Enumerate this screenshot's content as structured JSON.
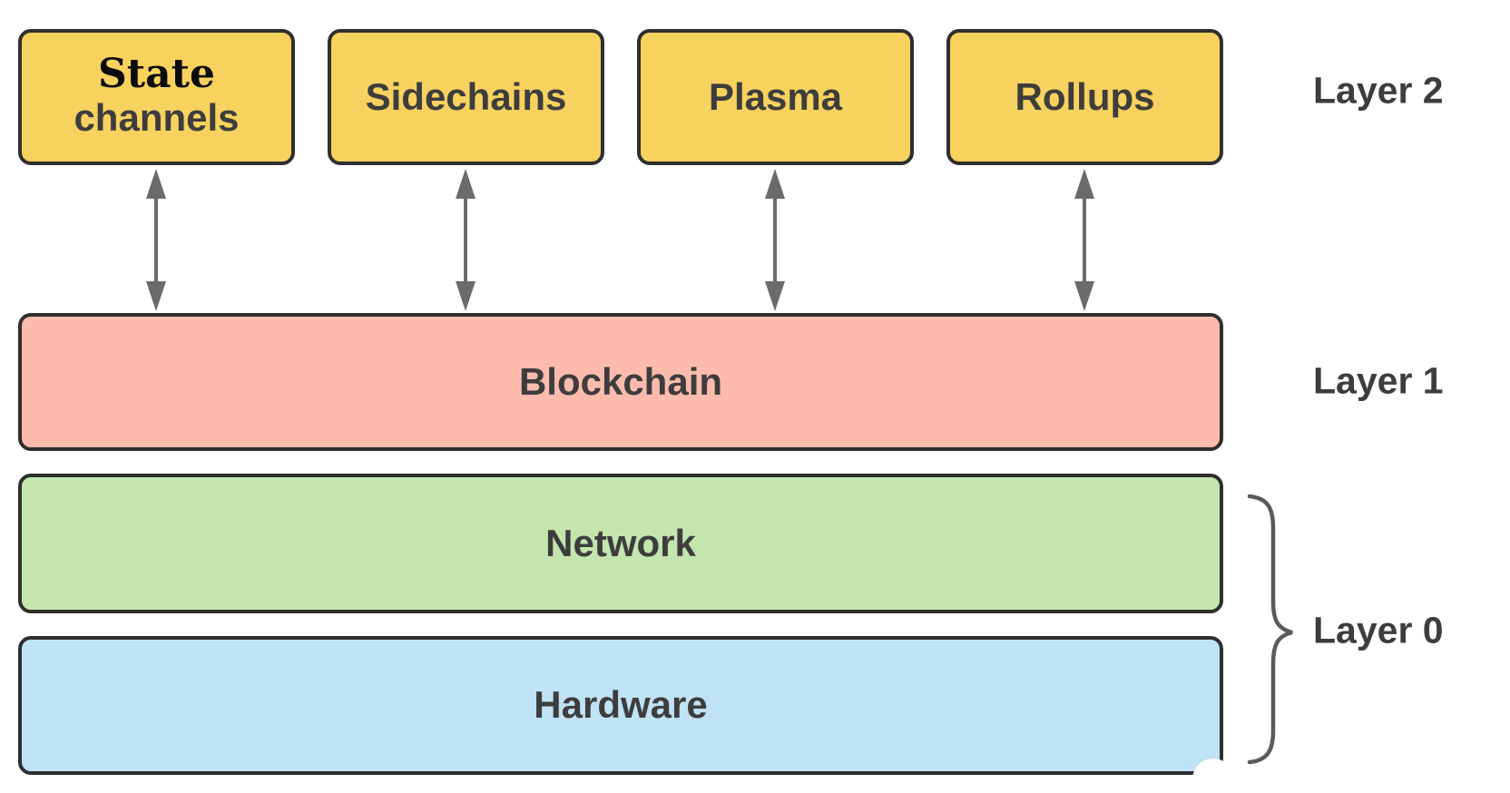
{
  "colors": {
    "layer2_box_fill": "#F8D25E",
    "layer1_box_fill": "#FCBBAD",
    "network_box_fill": "#C5E5AE",
    "hardware_box_fill": "#BFE2F5",
    "box_border": "#2F2F2F",
    "arrow": "#6B6B6B",
    "brace": "#5A5A5A",
    "label_text": "#3D3D3D",
    "state_word_text": "#0B0B0B",
    "background": "#FFFFFF"
  },
  "layer2": {
    "label": "Layer 2",
    "boxes": {
      "state_channels": {
        "line1": "State",
        "line2": "channels"
      },
      "sidechains": {
        "label": "Sidechains"
      },
      "plasma": {
        "label": "Plasma"
      },
      "rollups": {
        "label": "Rollups"
      }
    }
  },
  "layer1": {
    "label": "Layer 1",
    "box": {
      "label": "Blockchain"
    }
  },
  "layer0": {
    "label": "Layer 0",
    "boxes": {
      "network": {
        "label": "Network"
      },
      "hardware": {
        "label": "Hardware"
      }
    }
  }
}
